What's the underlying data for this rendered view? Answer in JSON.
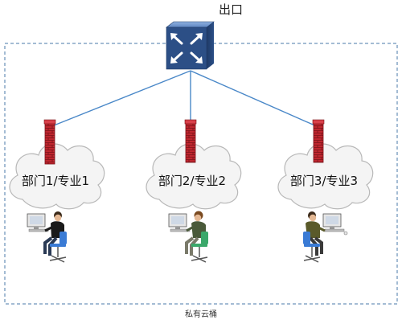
{
  "exit_label": "出口",
  "cloud_caption": "私有云桶",
  "departments": [
    {
      "label": "部门1/专业1"
    },
    {
      "label": "部门2/专业2"
    },
    {
      "label": "部门3/专业3"
    }
  ],
  "colors": {
    "boundary": "#4a78a8",
    "link": "#4a88c8",
    "switch_face": "#2c4f86",
    "firewall": "#c0262f",
    "cloud_fill": "#f4f4f4",
    "cloud_stroke": "#b8b8b8",
    "chair": "#3a7bd5"
  }
}
